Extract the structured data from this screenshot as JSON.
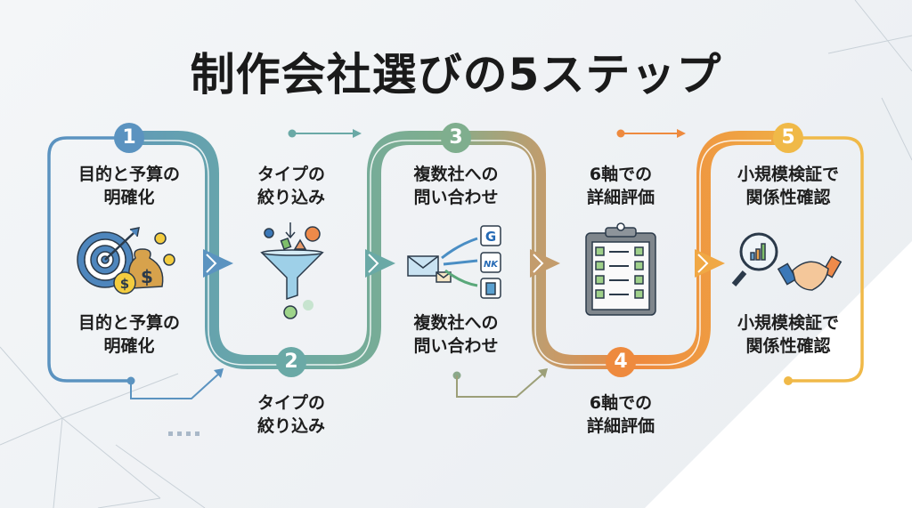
{
  "title": "制作会社選びの5ステップ",
  "colors": {
    "step1": "#5b93c0",
    "step2": "#6aa9a6",
    "step3": "#7fae8e",
    "step4": "#ee8a3e",
    "step5": "#f0b948",
    "text": "#1e1e1e"
  },
  "steps": [
    {
      "number": "1",
      "line1": "目的と予算の",
      "line2": "明確化",
      "icon": "target-money-icon"
    },
    {
      "number": "2",
      "line1": "タイプの",
      "line2": "絞り込み",
      "icon": "funnel-icon"
    },
    {
      "number": "3",
      "line1": "複数社への",
      "line2": "問い合わせ",
      "icon": "email-to-companies-icon"
    },
    {
      "number": "4",
      "line1": "6軸での",
      "line2": "詳細評価",
      "icon": "checklist-clipboard-icon"
    },
    {
      "number": "5",
      "line1": "小規模検証で",
      "line2": "関係性確認",
      "icon": "magnifier-handshake-icon"
    }
  ],
  "logo_text": {
    "company_a": "G",
    "company_b": "NK"
  }
}
